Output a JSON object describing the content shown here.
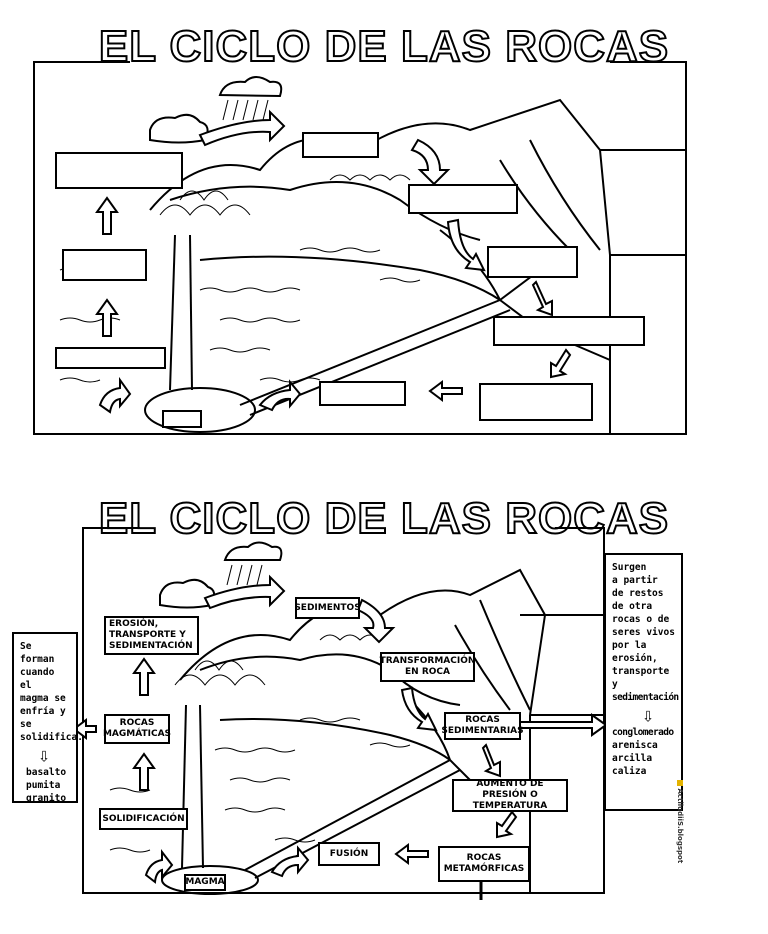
{
  "title_top": "EL CICLO DE LAS ROCAS",
  "title_bottom": "EL CICLO DE LAS ROCAS",
  "labels": {
    "sedimentos": "SEDIMENTOS",
    "erosion": "EROSIÓN, TRANSPORTE Y SEDIMENTACIÓN",
    "transformacion": "TRANSFORMACIÓN EN ROCA",
    "rocas_sedimentarias": "ROCAS SEDIMENTARIAS",
    "rocas_magmaticas": "ROCAS MAGMÁTICAS",
    "aumento": "AUMENTO DE PRESIÓN O TEMPERATURA",
    "solidificacion": "SOLIDIFICACIÓN",
    "fusion": "FUSIÓN",
    "rocas_metamorficas": "ROCAS METAMÓRFICAS",
    "magma": "MAGMA"
  },
  "left_note": {
    "lines": [
      "Se forman",
      "cuando el",
      "magma se",
      "enfría y se",
      "solidifica."
    ],
    "arrow": "⇩",
    "examples": [
      "basalto",
      "pumita",
      "granito"
    ]
  },
  "right_note": {
    "lines": [
      "Surgen",
      "a partir",
      "de restos",
      "de otra",
      "rocas o de",
      "seres vivos",
      "por la",
      "erosión,",
      "transporte y",
      "sedimentación"
    ],
    "arrow": "⇩",
    "examples": [
      "conglomerado",
      "arenisca",
      "arcilla",
      "caliza"
    ]
  },
  "watermark": "ActiludiiS.blogspot"
}
